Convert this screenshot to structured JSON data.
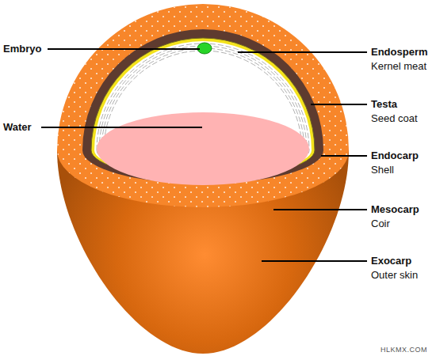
{
  "diagram": {
    "labels": [
      "Embryo",
      "Water",
      "Endosperm",
      "Kernel meat",
      "Testa",
      "Seed coat",
      "Endocarp",
      "Shell",
      "Mesocarp",
      "Coir",
      "Exocarp",
      "Outer skin",
      "HLKMX.COM"
    ]
  }
}
